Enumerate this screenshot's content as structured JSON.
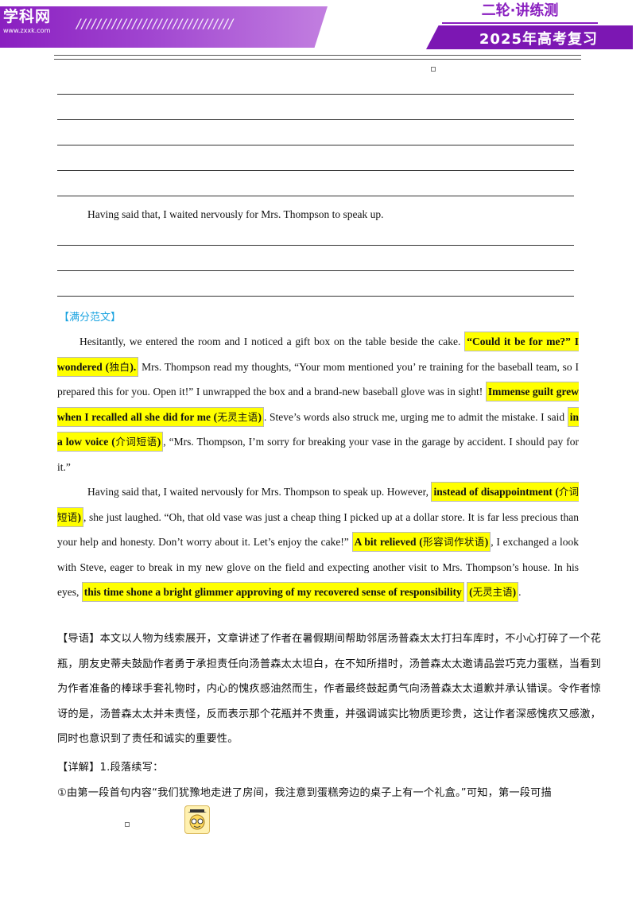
{
  "header": {
    "logo_text": "学科网",
    "logo_sub": "www.zxxk.com",
    "slashes": "///////////////////////////////",
    "series_label": "二轮·讲练测",
    "year_label": "2025年高考复习"
  },
  "writing_prompt": "Having said that, I waited nervously for Mrs. Thompson to speak up.",
  "essay": {
    "section_title": "【满分范文】",
    "p1": {
      "t1": "Hesitantly, we entered the room and I noticed a gift box on the table beside the cake. ",
      "h1": "“Could it be for me?” I wondered (",
      "h1_cn": "独白",
      "h1_end": ").",
      "t2": " Mrs. Thompson read my thoughts, “Your mom mentioned you’ re training for the baseball team, so I prepared this for you. Open it!” I unwrapped the box and a brand-new baseball glove was in sight! ",
      "h2": "Immense guilt grew when I recalled all she did for me (",
      "h2_cn": "无灵主语",
      "h2_end": ")",
      "t3": ". Steve’s words also struck me, urging me to admit the mistake. I said ",
      "h3": "in a low voice (",
      "h3_cn": "介词短语",
      "h3_end": ")",
      "t4": ", “Mrs. Thompson, I’m sorry for breaking your vase in the garage by accident. I should pay for it.”"
    },
    "p2": {
      "t1": "Having said that, I waited nervously for Mrs. Thompson to speak up. However, ",
      "h1": "instead of disappointment (",
      "h1_cn": "介词短语",
      "h1_end": ")",
      "t2": ", she just laughed. “Oh, that old vase was just a cheap thing I picked up at a dollar store. It is far less precious than your help and honesty. Don’t worry about it. Let’s enjoy the cake!” ",
      "h2": "A bit relieved (",
      "h2_cn": "形容词作状语",
      "h2_end": ")",
      "t3": ", I exchanged a look with Steve, eager to break in my new glove on the field and expecting another visit to Mrs. Thompson’s house. In his eyes, ",
      "h3": "this time shone a bright glimmer approving of my recovered sense of responsibility",
      "t4": " ",
      "h4": "(",
      "h4_cn": "无灵主语",
      "h4_end": ")",
      "t5": "."
    }
  },
  "guide": "【导语】本文以人物为线索展开，文章讲述了作者在暑假期间帮助邻居汤普森太太打扫车库时，不小心打碎了一个花瓶，朋友史蒂夫鼓励作者勇于承担责任向汤普森太太坦白，在不知所措时，汤普森太太邀请品尝巧克力蛋糕，当看到为作者准备的棒球手套礼物时，内心的愧疚感油然而生，作者最终鼓起勇气向汤普森太太道歉并承认错误。令作者惊讶的是，汤普森太太并未责怪，反而表示那个花瓶并不贵重，并强调诚实比物质更珍贵，这让作者深感愧疚又感激，同时也意识到了责任和诚实的重要性。",
  "detail": {
    "heading": "【详解】1.段落续写：",
    "line1": "①由第一段首句内容“我们犹豫地走进了房间，我注意到蛋糕旁边的桌子上有一个礼盒。”可知，第一段可描"
  }
}
